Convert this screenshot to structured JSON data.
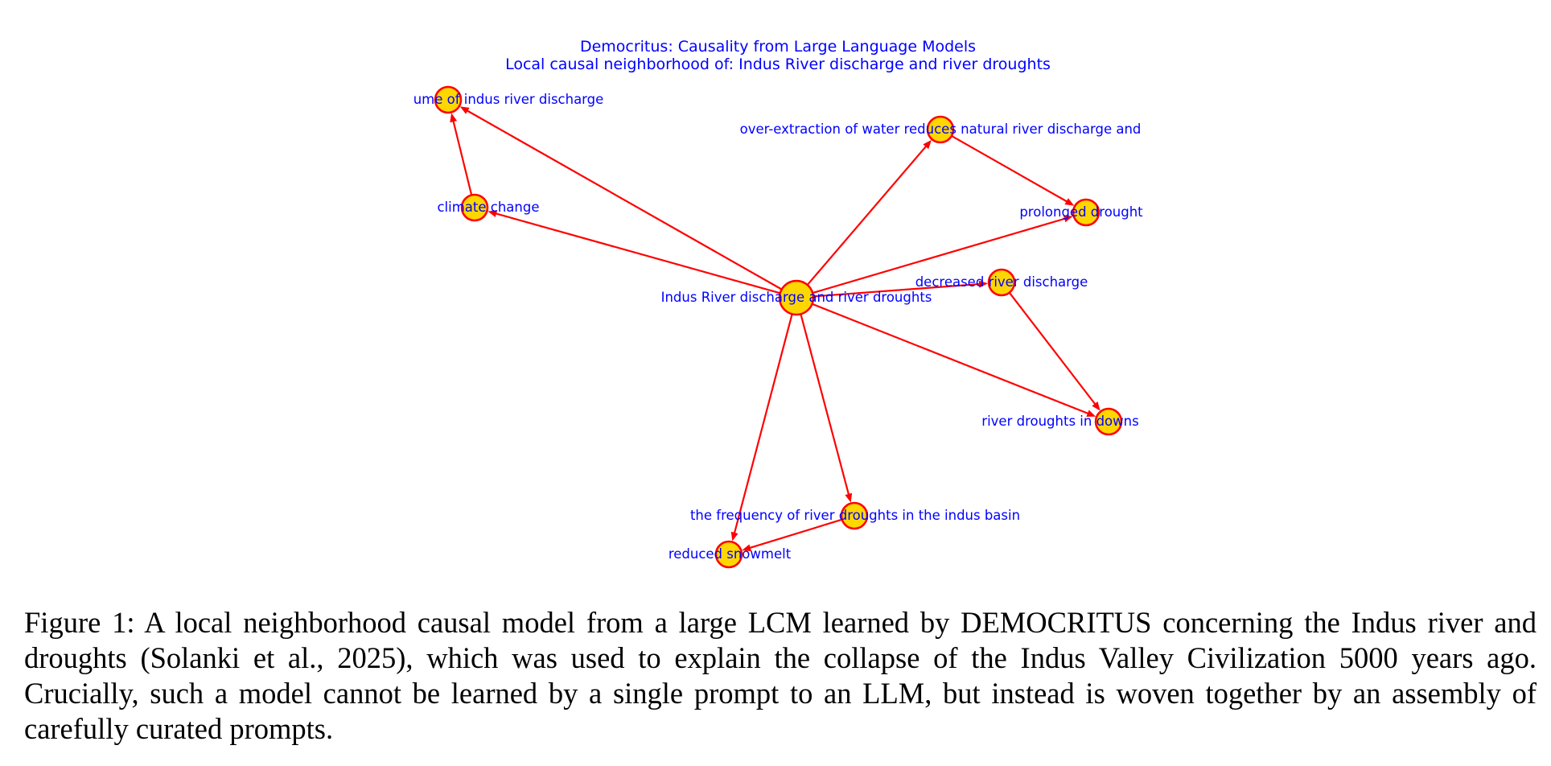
{
  "diagram": {
    "title_line1": "Democritus: Causality from Large Language Models",
    "title_line2": "Local causal neighborhood of: Indus River discharge and river droughts",
    "node_fill": "#ffd700",
    "node_stroke": "#ff0000",
    "edge_color": "#ff0000",
    "label_color": "#0000ff",
    "nodes": [
      {
        "id": "center",
        "label": "Indus River discharge and river droughts"
      },
      {
        "id": "volume",
        "label": "ume of indus river discharge"
      },
      {
        "id": "climate",
        "label": "climate change"
      },
      {
        "id": "overext",
        "label": "over-extraction of water reduces natural river discharge and"
      },
      {
        "id": "prolonged",
        "label": "prolonged drought"
      },
      {
        "id": "decreased",
        "label": "decreased river discharge"
      },
      {
        "id": "downstream",
        "label": "river droughts in downs"
      },
      {
        "id": "frequency",
        "label": "the frequency of river droughts in the indus basin"
      },
      {
        "id": "snowmelt",
        "label": "reduced snowmelt"
      }
    ],
    "edges": [
      {
        "from": "center",
        "to": "volume"
      },
      {
        "from": "center",
        "to": "climate"
      },
      {
        "from": "climate",
        "to": "volume"
      },
      {
        "from": "center",
        "to": "overext"
      },
      {
        "from": "overext",
        "to": "prolonged"
      },
      {
        "from": "center",
        "to": "prolonged"
      },
      {
        "from": "center",
        "to": "decreased"
      },
      {
        "from": "center",
        "to": "downstream"
      },
      {
        "from": "decreased",
        "to": "downstream"
      },
      {
        "from": "center",
        "to": "frequency"
      },
      {
        "from": "center",
        "to": "snowmelt"
      },
      {
        "from": "frequency",
        "to": "snowmelt"
      }
    ]
  },
  "caption": "Figure 1: A local neighborhood causal model from a large LCM learned by DEMOCRITUS concerning the Indus river and droughts (Solanki et al., 2025), which was used to explain the collapse of the Indus Valley Civilization 5000 years ago. Crucially, such a model cannot be learned by a single prompt to an LLM, but instead is woven together by an assembly of carefully curated prompts."
}
